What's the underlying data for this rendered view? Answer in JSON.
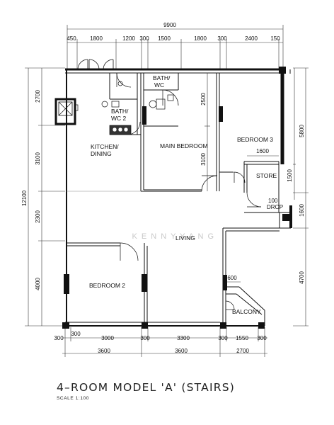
{
  "top_total": "9900",
  "top_dims": [
    "450",
    "1800",
    "1200",
    "300",
    "1500",
    "1800",
    "300",
    "2400",
    "150"
  ],
  "bottom_row1": [
    "300",
    "300",
    "3000",
    "300",
    "3300",
    "300",
    "1550",
    "300"
  ],
  "bottom_row2": [
    "3600",
    "3600",
    "2700"
  ],
  "left_total": "12100",
  "left_dims": [
    "2700",
    "3100",
    "2300",
    "4000"
  ],
  "right_dims": [
    "5800",
    "1500",
    "1600",
    "4700"
  ],
  "inner_dims": {
    "d2500": "2500",
    "d3100": "3100",
    "d1600": "1600",
    "d600": "600"
  },
  "rooms": {
    "bath_wc": [
      "BATH/",
      "WC"
    ],
    "bath_wc2": [
      "BATH/",
      "WC  2"
    ],
    "kitchen": [
      "KITCHEN/",
      "DINING"
    ],
    "main_bedroom": "MAIN BEDROOM",
    "bedroom3": "BEDROOM  3",
    "store": "STORE",
    "drop": [
      "100",
      "DROP"
    ],
    "living": "LIVING",
    "bedroom2": "BEDROOM  2",
    "balcony": "BALCONY"
  },
  "watermark": "K E N N Y   Y A N G",
  "title": "4–ROOM  MODEL  'A'  (STAIRS)",
  "scale": "SCALE   1:100"
}
